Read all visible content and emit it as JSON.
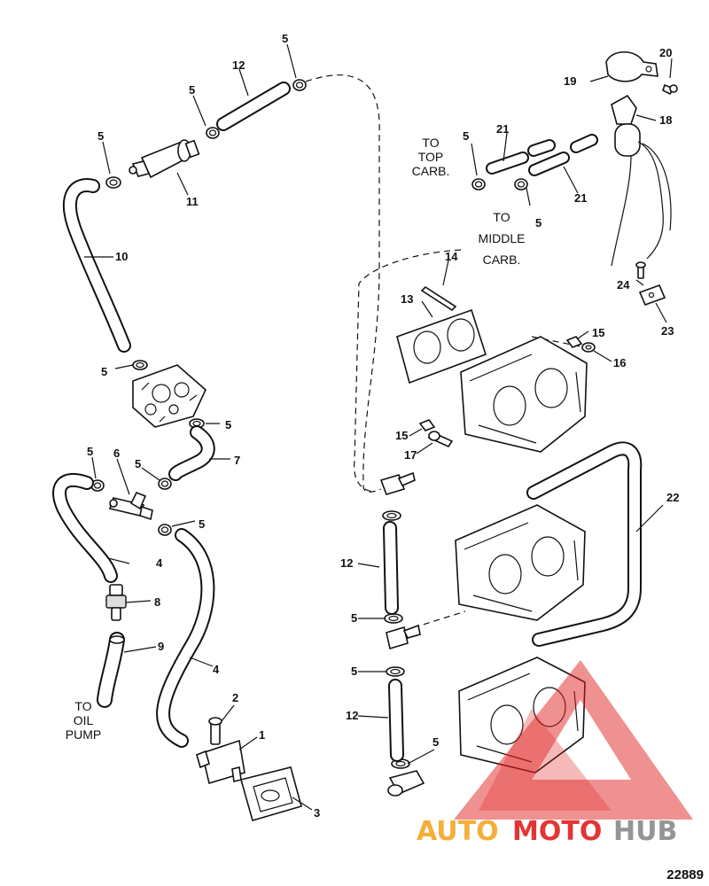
{
  "figure_number": "22889",
  "callouts": {
    "c1": "1",
    "c2": "2",
    "c3": "3",
    "c4a": "4",
    "c4b": "4",
    "c5a": "5",
    "c5b": "5",
    "c5c": "5",
    "c5d": "5",
    "c5e": "5",
    "c5f": "5",
    "c5g": "5",
    "c5h": "5",
    "c5i": "5",
    "c5j": "5",
    "c5k": "5",
    "c5l": "5",
    "c5m": "5",
    "c6": "6",
    "c7": "7",
    "c8": "8",
    "c9": "9",
    "c10": "10",
    "c11": "11",
    "c12a": "12",
    "c12b": "12",
    "c12c": "12",
    "c13": "13",
    "c14": "14",
    "c15a": "15",
    "c15b": "15",
    "c16": "16",
    "c17": "17",
    "c18": "18",
    "c19": "19",
    "c20": "20",
    "c21a": "21",
    "c21b": "21",
    "c22": "22",
    "c23": "23",
    "c24": "24"
  },
  "notes": {
    "top_carb": [
      "TO",
      "TOP",
      "CARB."
    ],
    "middle_carb": [
      "TO",
      "MIDDLE",
      "CARB."
    ],
    "oil_pump": [
      "TO",
      "OIL",
      "PUMP"
    ]
  },
  "watermark": {
    "text_auto": "AUTO",
    "text_moto": "MOTO",
    "text_hub": "HUB",
    "color_orange": "#f5a623",
    "color_red": "#e02020",
    "color_gray": "#8a8a8a"
  }
}
